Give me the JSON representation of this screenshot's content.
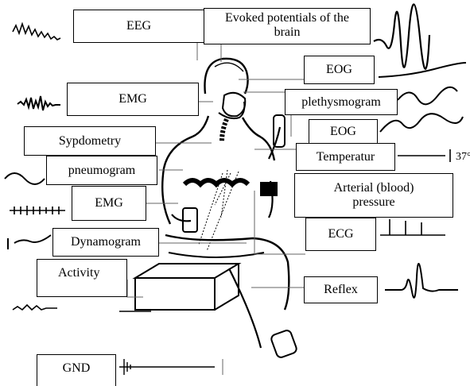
{
  "labels": {
    "eeg": "EEG",
    "evoked": "Evoked potentials of the brain",
    "eog_top": "EOG",
    "emg_top": "EMG",
    "plethysmogram": "plethysmogram",
    "eog_mid": "EOG",
    "sypdometry": "Sypdometry",
    "temperatur": "Temperatur",
    "pneumogram": "pneumogram",
    "arterial": "Arterial (blood) pressure",
    "emg_mid": "EMG",
    "dynamogram": "Dynamogram",
    "ecg": "ECG",
    "activity": "Activity",
    "reflex": "Reflex",
    "gnd": "GND",
    "temp_reading": "37°"
  },
  "icons": {
    "figure": "seated-subject-with-electrodes-illustration",
    "ground": "ground-symbol-icon"
  }
}
